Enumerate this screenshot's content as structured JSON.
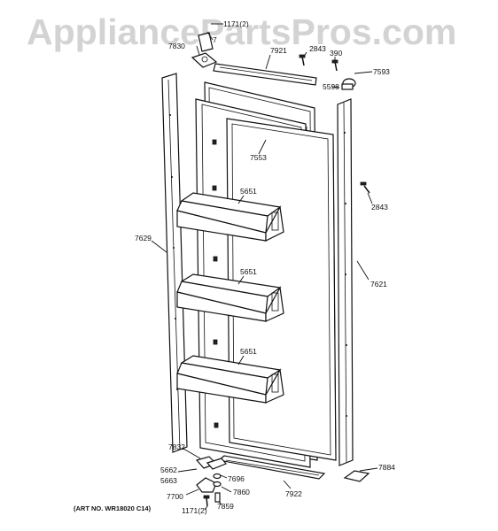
{
  "watermark": "AppliancePartsPros.com",
  "art_number": "(ART NO. WR18020 C14)",
  "callouts": {
    "c1171_top": "1171(2)",
    "c7_top": "7",
    "c7830": "7830",
    "c7921": "7921",
    "c2843_top": "2843",
    "c390": "390",
    "c7593": "7593",
    "c5598": "5598",
    "c7553": "7553",
    "c2843_right": "2843",
    "c5651_a": "5651",
    "c5651_b": "5651",
    "c5651_c": "5651",
    "c7629": "7629",
    "c7621": "7621",
    "c7832": "7832",
    "c5662": "5662",
    "c5663": "5663",
    "c7696": "7696",
    "c7884": "7884",
    "c7700": "7700",
    "c7860": "7860",
    "c7922": "7922",
    "c7859": "7859",
    "c1171_bottom": "1171(2)"
  }
}
